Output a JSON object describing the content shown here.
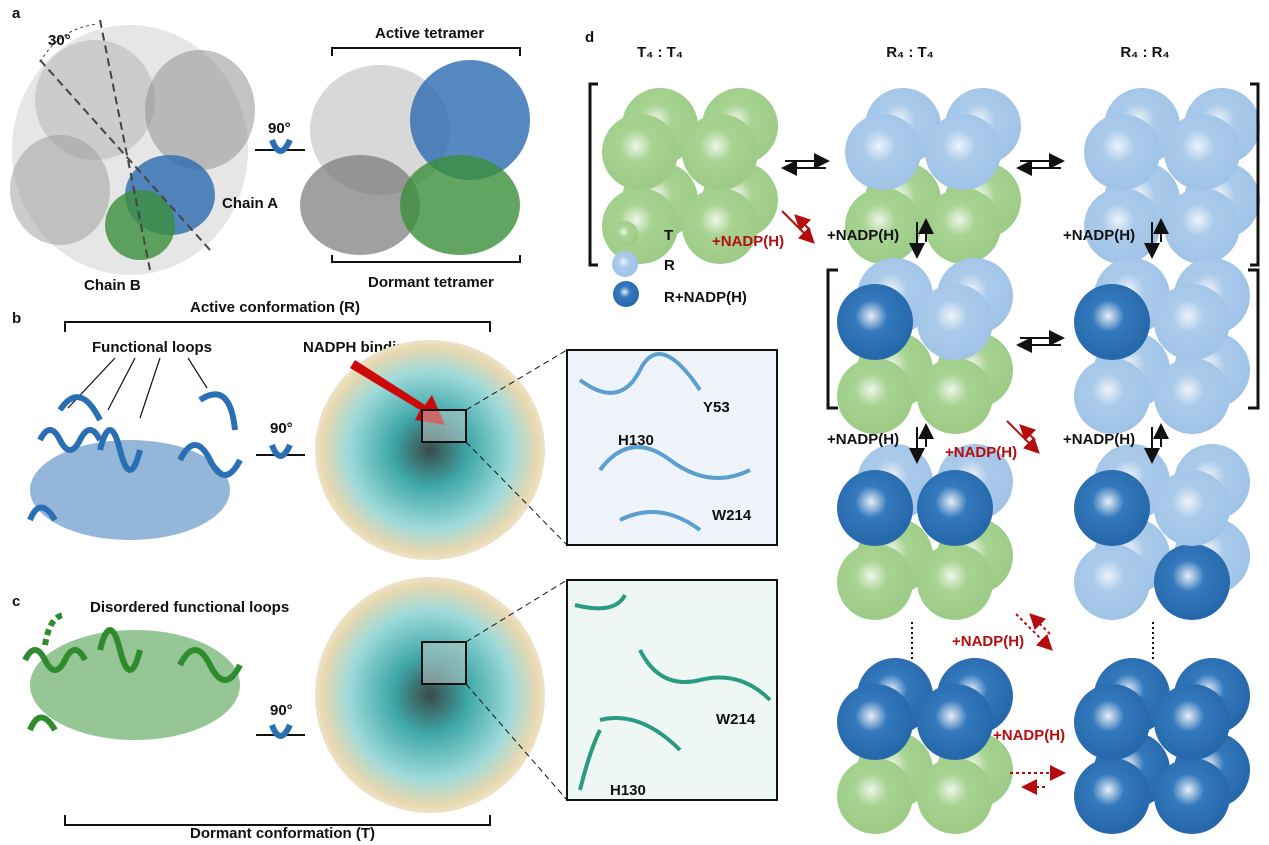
{
  "panels": {
    "a": {
      "letter": "a",
      "angle": "30°",
      "rotation": "90°",
      "chain_a": "Chain A",
      "chain_b": "Chain B",
      "active_tetramer": "Active tetramer",
      "dormant_tetramer": "Dormant tetramer"
    },
    "b": {
      "letter": "b",
      "title": "Active conformation (R)",
      "loops": "Functional loops",
      "cleft": "NADPH binding cleft",
      "rotation": "90°",
      "residues": [
        "Y53",
        "H130",
        "W214"
      ]
    },
    "c": {
      "letter": "c",
      "loops": "Disordered functional loops",
      "rotation": "90°",
      "title": "Dormant conformation (T)",
      "residues": [
        "W214",
        "H130"
      ]
    },
    "d": {
      "letter": "d",
      "headers": [
        "T₄ : T₄",
        "R₄ : T₄",
        "R₄ : R₄"
      ],
      "legend": [
        {
          "label": "T",
          "state": "T"
        },
        {
          "label": "R",
          "state": "R"
        },
        {
          "label": "R+NADP(H)",
          "state": "N"
        }
      ],
      "arrow_label": "+NADP(H)",
      "colors": {
        "T": "#a3d18c",
        "R": "#a7c9ea",
        "N": "#2a6fb3",
        "red": "#b50d0d"
      },
      "clusters": [
        {
          "name": "t4-t4",
          "states": [
            "T",
            "T",
            "T",
            "T",
            "T",
            "T",
            "T",
            "T"
          ]
        },
        {
          "name": "r4-t4",
          "states": [
            "R",
            "R",
            "T",
            "T",
            "R",
            "R",
            "T",
            "T"
          ]
        },
        {
          "name": "r4-r4",
          "states": [
            "R",
            "R",
            "R",
            "R",
            "R",
            "R",
            "R",
            "R"
          ]
        },
        {
          "name": "r4-t4-1nadp",
          "states": [
            "R",
            "R",
            "T",
            "T",
            "N",
            "R",
            "T",
            "T"
          ]
        },
        {
          "name": "r4-r4-1nadp",
          "states": [
            "R",
            "R",
            "R",
            "R",
            "N",
            "R",
            "R",
            "R"
          ]
        },
        {
          "name": "r4-t4-2nadp",
          "states": [
            "R",
            "R",
            "T",
            "T",
            "N",
            "N",
            "T",
            "T"
          ]
        },
        {
          "name": "r4-r4-2nadp",
          "states": [
            "R",
            "R",
            "R",
            "R",
            "N",
            "R",
            "R",
            "N"
          ]
        },
        {
          "name": "r4-t4-full",
          "states": [
            "N",
            "N",
            "T",
            "T",
            "N",
            "N",
            "T",
            "T"
          ]
        },
        {
          "name": "r4-r4-full",
          "states": [
            "N",
            "N",
            "N",
            "N",
            "N",
            "N",
            "N",
            "N"
          ]
        }
      ]
    }
  }
}
